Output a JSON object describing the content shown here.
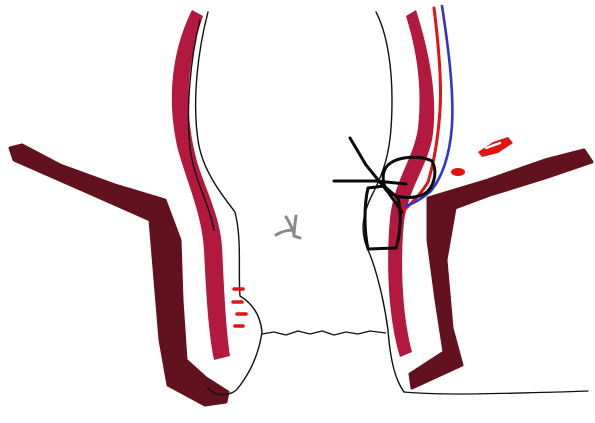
{
  "diagram": {
    "text_labels": [],
    "colors": {
      "background": "#ffffff",
      "outline": "#111111",
      "muscle_dark": "#62111f",
      "mucosa": "#b3193f",
      "vessel_red": "#e01414",
      "vessel_blue": "#3434cc",
      "glyph_gray": "#8a8a8a",
      "stroke_black": "#0a0a0a"
    },
    "icons": [
      "left-wall-outline",
      "right-wall-outline",
      "left-dark-muscle-band",
      "right-dark-muscle-band",
      "left-red-mucosa-band",
      "right-red-mucosa-band",
      "red-vessel-line",
      "blue-vessel-line",
      "red-dot-cluster-left",
      "red-spot-right",
      "gray-branch-glyph",
      "black-crossing-strokes",
      "black-loop-upper",
      "black-loop-lower",
      "bottom-wavy-line",
      "bottom-right-baseline"
    ]
  }
}
